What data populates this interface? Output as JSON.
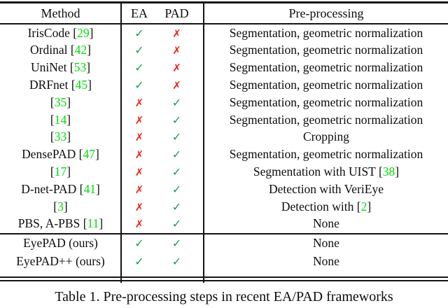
{
  "caption": "Table 1. Pre-processing steps in recent EA/PAD frameworks",
  "colors": {
    "citation_green": "#00dc0a",
    "check_green": "#16a24a",
    "cross_red": "#ec2418",
    "text": "#0d0d0d",
    "rule": "#141414"
  },
  "icons": {
    "check": "✓",
    "cross": "✗"
  },
  "table": {
    "headers": {
      "method": "Method",
      "ea": "EA",
      "pad": "PAD",
      "preprocessing": "Pre-processing"
    },
    "cite_brackets": [
      "[",
      "]"
    ],
    "rows": [
      {
        "method": "IrisCode",
        "method_cite": "29",
        "ea": "check",
        "pad": "cross",
        "prep": "Segmentation, geometric normalization",
        "prep_cite": null
      },
      {
        "method": "Ordinal",
        "method_cite": "42",
        "ea": "check",
        "pad": "cross",
        "prep": "Segmentation, geometric normalization",
        "prep_cite": null
      },
      {
        "method": "UniNet",
        "method_cite": "53",
        "ea": "check",
        "pad": "cross",
        "prep": "Segmentation, geometric normalization",
        "prep_cite": null
      },
      {
        "method": "DRFnet",
        "method_cite": "45",
        "ea": "check",
        "pad": "cross",
        "prep": "Segmentation, geometric normalization",
        "prep_cite": null
      },
      {
        "method": "",
        "method_cite": "35",
        "ea": "cross",
        "pad": "check",
        "prep": "Segmentation, geometric normalization",
        "prep_cite": null
      },
      {
        "method": "",
        "method_cite": "14",
        "ea": "cross",
        "pad": "check",
        "prep": "Segmentation, geometric normalization",
        "prep_cite": null
      },
      {
        "method": "",
        "method_cite": "33",
        "ea": "cross",
        "pad": "check",
        "prep": "Cropping",
        "prep_cite": null
      },
      {
        "method": "DensePAD",
        "method_cite": "47",
        "ea": "cross",
        "pad": "check",
        "prep": "Segmentation, geometric normalization",
        "prep_cite": null
      },
      {
        "method": "",
        "method_cite": "17",
        "ea": "cross",
        "pad": "check",
        "prep": "Segmentation with UIST",
        "prep_cite": "38"
      },
      {
        "method": "D-net-PAD",
        "method_cite": "41",
        "ea": "cross",
        "pad": "check",
        "prep": "Detection with VeriEye",
        "prep_cite": null
      },
      {
        "method": "",
        "method_cite": "3",
        "ea": "cross",
        "pad": "check",
        "prep": "Detection with",
        "prep_cite": "2"
      },
      {
        "method": "PBS, A-PBS",
        "method_cite": "11",
        "ea": "cross",
        "pad": "check",
        "prep": "None",
        "prep_cite": null
      }
    ],
    "ours_rows": [
      {
        "method": "EyePAD (ours)",
        "method_cite": null,
        "ea": "check",
        "pad": "check",
        "prep": "None",
        "prep_cite": null
      },
      {
        "method": "EyePAD++ (ours)",
        "method_cite": null,
        "ea": "check",
        "pad": "check",
        "prep": "None",
        "prep_cite": null
      }
    ]
  }
}
